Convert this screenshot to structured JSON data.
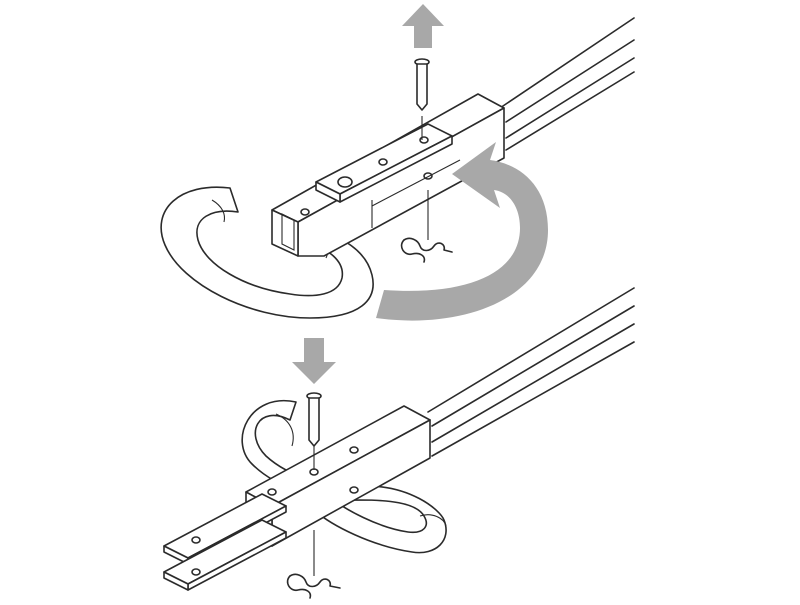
{
  "figure": {
    "arrow_color": "#a8a8a8",
    "line_color": "#2b2b2b",
    "background": "#ffffff",
    "steps": [
      {
        "step": "remove-pin",
        "arrow": "up-arrow-icon"
      },
      {
        "step": "rotate-handle",
        "arrow": "curved-arrow-icon"
      },
      {
        "step": "insert-pin",
        "arrow": "down-arrow-icon"
      }
    ]
  }
}
